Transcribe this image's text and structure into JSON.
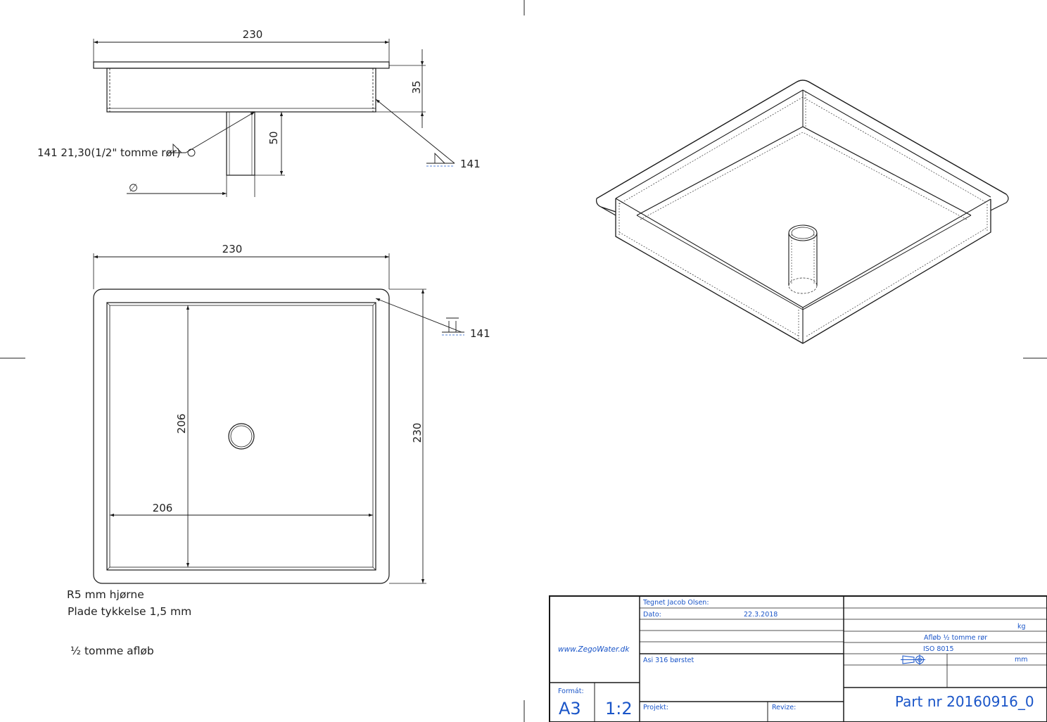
{
  "views": {
    "front": {
      "width": "230",
      "height": "35",
      "pipe_length": "50",
      "weld_left": "141 21,30(1/2\" tomme rør)",
      "diameter_symbol": "∅",
      "weld_right": "141"
    },
    "top": {
      "outer_width": "230",
      "outer_height": "230",
      "inner_width": "206",
      "inner_height": "206",
      "weld": "141"
    }
  },
  "notes": {
    "corner": "R5 mm hjørne",
    "thickness": "Plade tykkelse 1,5 mm",
    "drain": "½ tomme afløb"
  },
  "title_block": {
    "website": "www.ZegoWater.dk",
    "drawn_by": "Tegnet Jacob Olsen:",
    "date_label": "Dato:",
    "date_value": "22.3.2018",
    "material": "Asi 316 børstet",
    "weight_unit": "kg",
    "description": "Afløb ½ tomme rør",
    "standard": "ISO 8015",
    "unit": "mm",
    "format_label": "Formát:",
    "format_value": "A3",
    "scale": "1:2",
    "project_label": "Projekt:",
    "revision_label": "Revize:",
    "part_number": "Part nr 20160916_0"
  },
  "colors": {
    "line": "#1a1a1a",
    "title_text": "#1a55c8"
  }
}
